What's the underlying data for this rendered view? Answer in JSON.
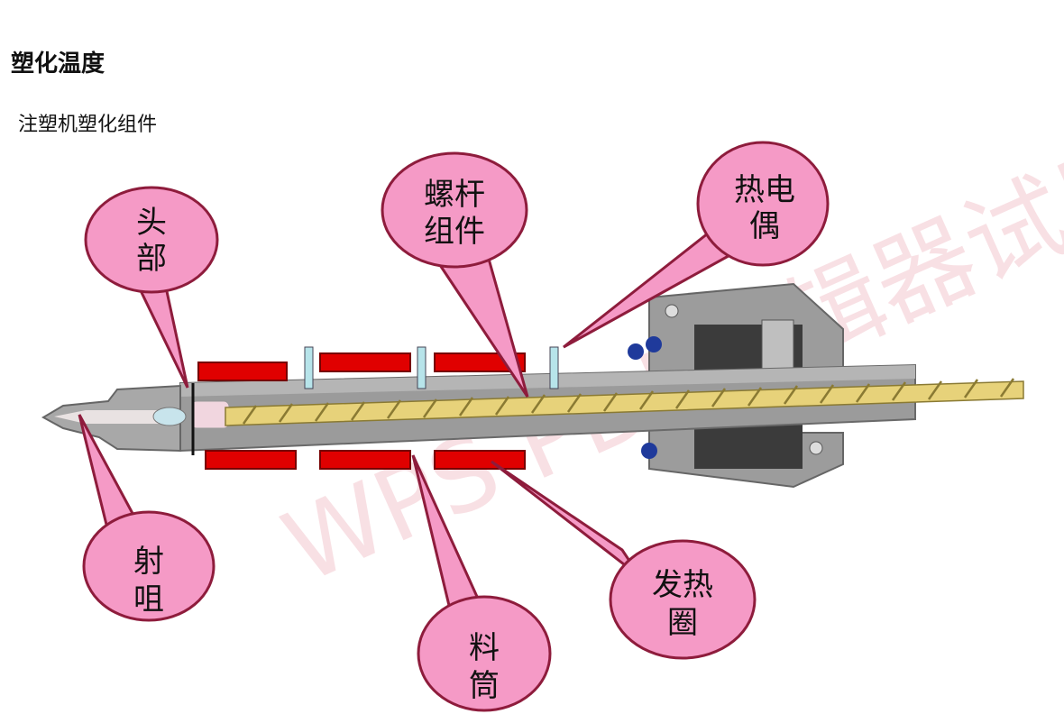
{
  "page": {
    "title": "塑化温度",
    "subtitle": "注塑机塑化组件"
  },
  "labels": {
    "head": [
      "头",
      "部"
    ],
    "screw": [
      "螺杆",
      "组件"
    ],
    "thermocouple": [
      "热电",
      "偶"
    ],
    "nozzle": [
      "射",
      "咀"
    ],
    "barrel": [
      "料",
      "筒"
    ],
    "heater": [
      "发热",
      "圈"
    ]
  },
  "watermark": "WPS PDF编辑器试用",
  "colors": {
    "bubble_fill": "#f59ac6",
    "bubble_stroke": "#8e1c3c",
    "heater_band": "#e00000",
    "screw": "#e7d27a",
    "barrel": "#9b9b9b",
    "thermocouple_probe": "#b7e4ea"
  }
}
